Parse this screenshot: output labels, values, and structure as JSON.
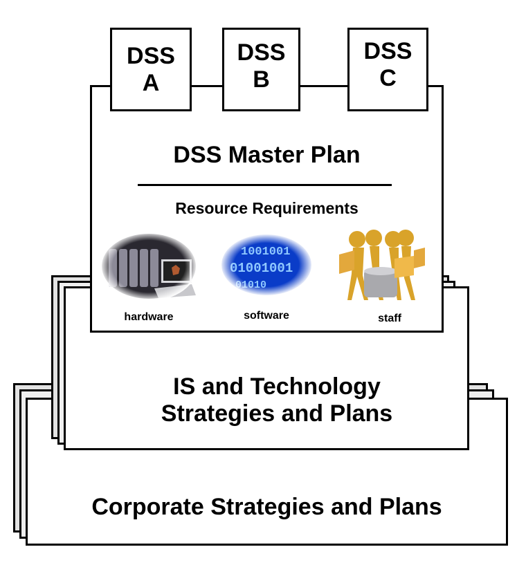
{
  "diagram": {
    "corporate": {
      "label": "Corporate Strategies and Plans"
    },
    "is_tech": {
      "label": "IS and Technology\nStrategies and Plans"
    },
    "master_plan": {
      "title": "DSS Master Plan",
      "subtitle": "Resource Requirements",
      "resources": [
        {
          "label": "hardware",
          "icon": "hardware-image"
        },
        {
          "label": "software",
          "icon": "binary-code-image"
        },
        {
          "label": "staff",
          "icon": "staff-figures-image"
        }
      ]
    },
    "dss_systems": [
      {
        "label": "DSS\nA"
      },
      {
        "label": "DSS\nB"
      },
      {
        "label": "DSS\nC"
      }
    ]
  }
}
